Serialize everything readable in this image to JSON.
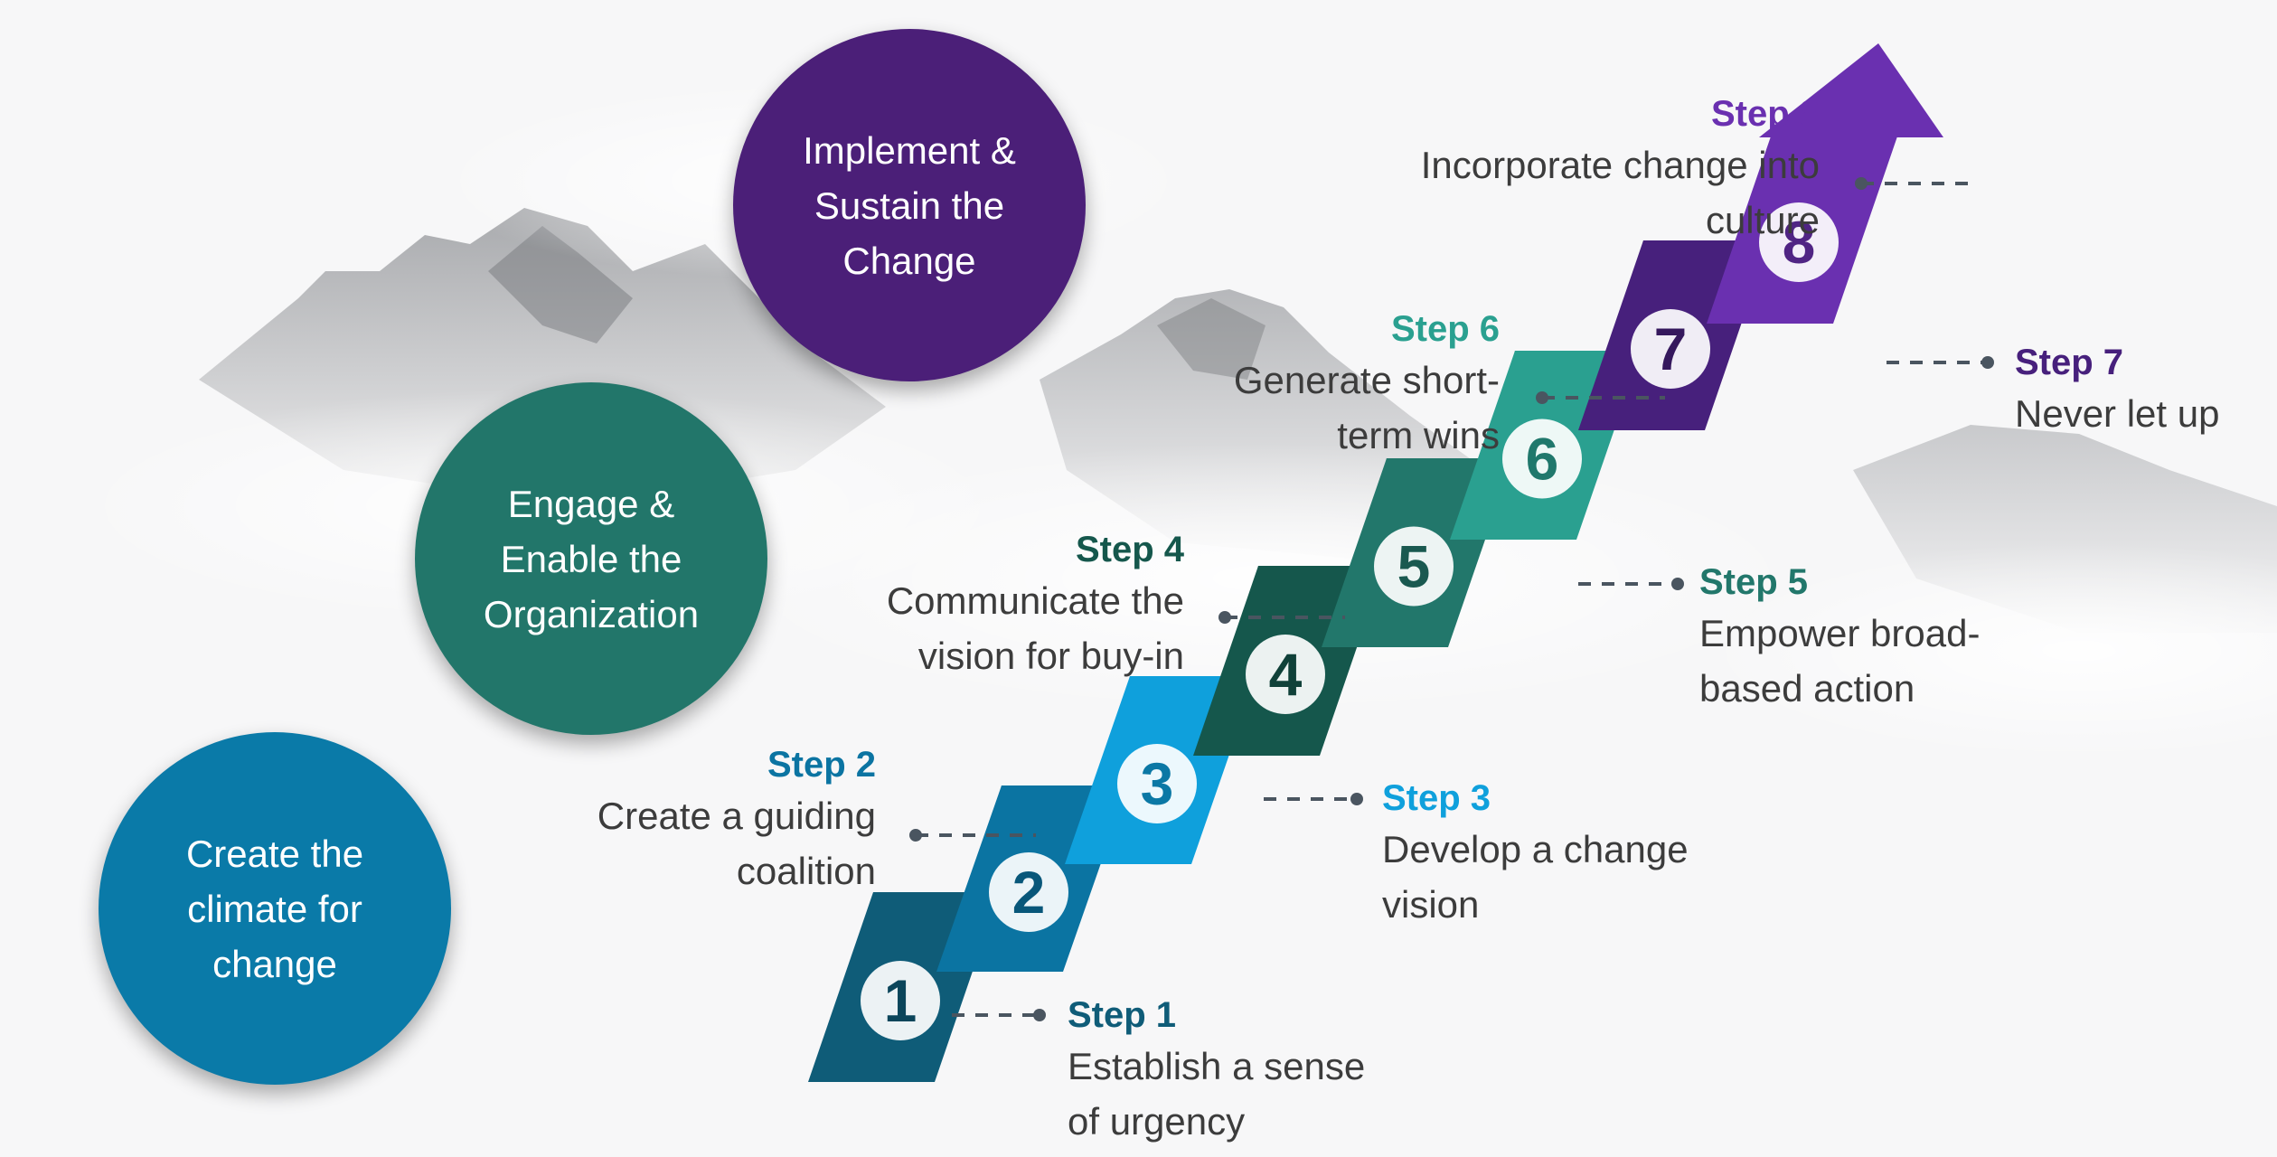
{
  "colors": {
    "phase_climate": "#0a7aa8",
    "phase_engage": "#22766a",
    "phase_implement": "#4b1f78",
    "step1": "#0f5c78",
    "step2": "#0b74a2",
    "step3": "#0fa0dc",
    "step4": "#15574c",
    "step5": "#22776b",
    "step6": "#2aa090",
    "step7": "#47207c",
    "step8": "#6a30b0",
    "connector": "#4a5560"
  },
  "phases": [
    {
      "label": "Implement &\nSustain the\nChange",
      "color": "#4b1f78"
    },
    {
      "label": "Engage &\nEnable the\nOrganization",
      "color": "#22766a"
    },
    {
      "label": "Create the\nclimate for\nchange",
      "color": "#0a7aa8"
    }
  ],
  "steps": [
    {
      "number": "1",
      "title": "Step 1",
      "text": "Establish a sense\nof urgency",
      "color": "#0f5c78"
    },
    {
      "number": "2",
      "title": "Step 2",
      "text": "Create a guiding\ncoalition",
      "color": "#0b74a2"
    },
    {
      "number": "3",
      "title": "Step 3",
      "text": "Develop a change\nvision",
      "color": "#0fa0dc"
    },
    {
      "number": "4",
      "title": "Step 4",
      "text": "Communicate the\nvision for buy-in",
      "color": "#15574c"
    },
    {
      "number": "5",
      "title": "Step 5",
      "text": "Empower broad-\nbased action",
      "color": "#22776b"
    },
    {
      "number": "6",
      "title": "Step 6",
      "text": "Generate short-\nterm wins",
      "color": "#2aa090"
    },
    {
      "number": "7",
      "title": "Step 7",
      "text": "Never let up",
      "color": "#47207c"
    },
    {
      "number": "8",
      "title": "Step 8",
      "text": "Incorporate change into\nculture",
      "color": "#6a30b0"
    }
  ]
}
